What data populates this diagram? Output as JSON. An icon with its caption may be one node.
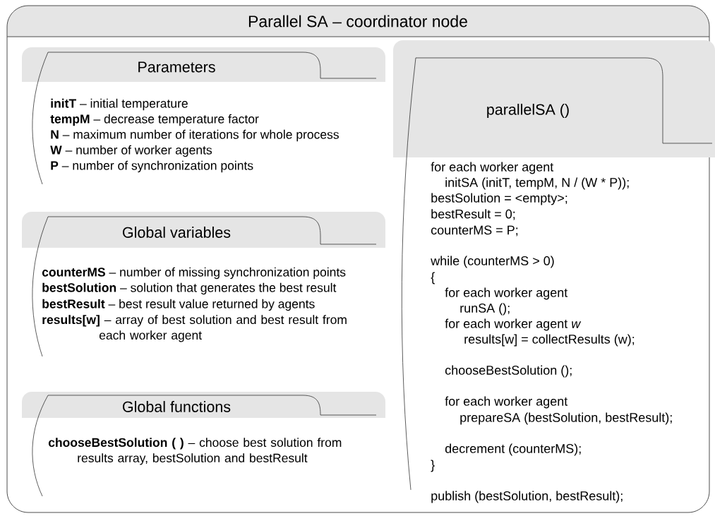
{
  "diagram": {
    "nodes": [
      {
        "text": [
          "Parallel SA – coordinator node"
        ]
      },
      {
        "text": [
          "Parameters",
          "**initT** – initial temperature",
          "**tempM** – decrease temperature factor",
          "**N** – maximum number of iterations for whole process",
          "**W** – number of worker agents",
          "**P** – number of synchronization points"
        ],
        "in": 0
      },
      {
        "text": [
          "Global variables",
          "**counterMS** – number of missing synchronization points",
          "**bestSolution** – solution that generates the best result",
          "**bestResult** – best result value returned by agents",
          "**results[w]** – array of best solution and best result from each worker agent"
        ],
        "in": 0
      },
      {
        "text": [
          "Global functions",
          "**chooseBestSolution ( )** – choose best solution from results array, bestSolution and bestResult"
        ],
        "in": 0
      },
      {
        "text": [
          "parallelSA ()",
          "for each worker agent",
          "initSA (initT, tempM, N / (W * P));",
          "bestSolution = <empty>;",
          "bestResult = 0;",
          "counterMS = P;",
          "while (counterMS > 0)",
          "{",
          "for each worker agent",
          "runSA ();",
          "for each worker agent *w*",
          "results[w] = collectResults (w);",
          "chooseBestSolution ();",
          "for each worker agent",
          "prepareSA (bestSolution, bestResult);",
          "decrement (counterMS);",
          "}",
          "publish (bestSolution, bestResult);"
        ],
        "in": 0
      }
    ]
  }
}
